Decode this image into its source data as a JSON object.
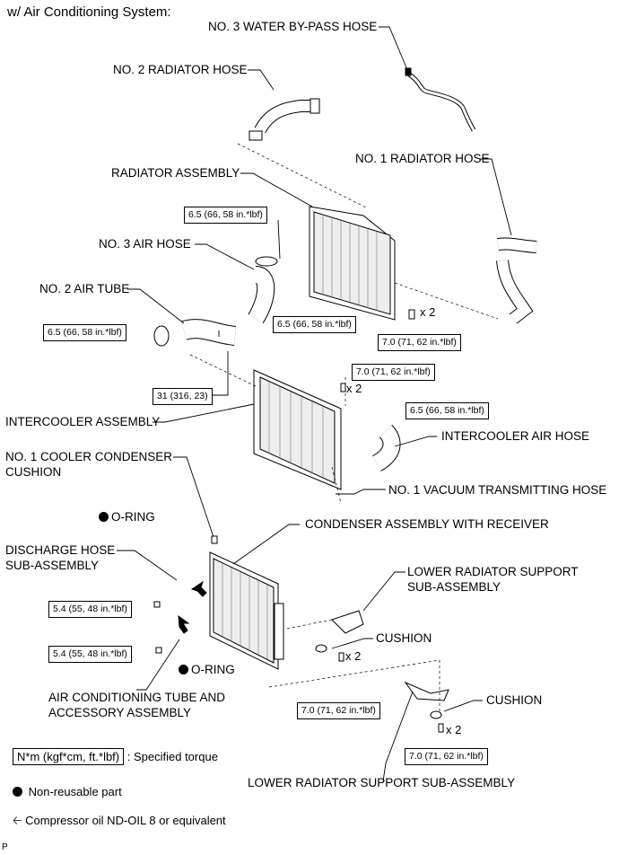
{
  "header": "w/ Air Conditioning System:",
  "labels": {
    "no3_water_bypass_hose": "NO. 3 WATER BY-PASS HOSE",
    "no2_radiator_hose": "NO. 2 RADIATOR HOSE",
    "radiator_assembly": "RADIATOR ASSEMBLY",
    "no1_radiator_hose": "NO. 1 RADIATOR HOSE",
    "no3_air_hose": "NO. 3 AIR HOSE",
    "no2_air_tube": "NO. 2 AIR TUBE",
    "intercooler_assembly": "INTERCOOLER ASSEMBLY",
    "intercooler_air_hose": "INTERCOOLER AIR HOSE",
    "no1_cooler_condenser_cushion_1": "NO. 1 COOLER CONDENSER",
    "no1_cooler_condenser_cushion_2": "CUSHION",
    "no1_vacuum_transmitting_hose": "NO. 1 VACUUM TRANSMITTING HOSE",
    "o_ring_top": "O-RING",
    "condenser_assembly": "CONDENSER ASSEMBLY WITH RECEIVER",
    "discharge_hose_1": "DISCHARGE HOSE",
    "discharge_hose_2": "SUB-ASSEMBLY",
    "lower_support_right_1": "LOWER RADIATOR SUPPORT",
    "lower_support_right_2": "SUB-ASSEMBLY",
    "cushion_1": "CUSHION",
    "o_ring_bottom": "O-RING",
    "ac_tube_1": "AIR CONDITIONING TUBE AND",
    "ac_tube_2": "ACCESSORY ASSEMBLY",
    "cushion_2": "CUSHION",
    "lower_support_bottom": "LOWER RADIATOR SUPPORT SUB-ASSEMBLY"
  },
  "torques": {
    "t_air_hose_clamp": "6.5 (66, 58 in.*lbf)",
    "t_air_hose_lower": "6.5 (66, 58 in.*lbf)",
    "t_air_tube": "6.5 (66, 58 in.*lbf)",
    "t_radiator_bolt": "7.0 (71, 62 in.*lbf)",
    "t_intercooler_bolt": "31 (316, 23)",
    "t_intercooler_top": "7.0 (71, 62 in.*lbf)",
    "t_intercooler_air_hose": "6.5 (66, 58 in.*lbf)",
    "t_discharge": "5.4 (55, 48 in.*lbf)",
    "t_ac_tube": "5.4 (55, 48 in.*lbf)",
    "t_lower_support_1": "7.0 (71, 62 in.*lbf)",
    "t_lower_support_2": "7.0 (71, 62 in.*lbf)"
  },
  "quantities": {
    "q1": "x 2",
    "q2": "x 2",
    "q3": "x 2",
    "q4": "x 2"
  },
  "legend": {
    "torque_box": "N*m (kgf*cm, ft.*lbf)",
    "torque_text": ": Specified torque",
    "non_reusable": "Non-reusable part",
    "oil": "Compressor oil ND-OIL 8 or equivalent"
  },
  "footer_code": "P"
}
